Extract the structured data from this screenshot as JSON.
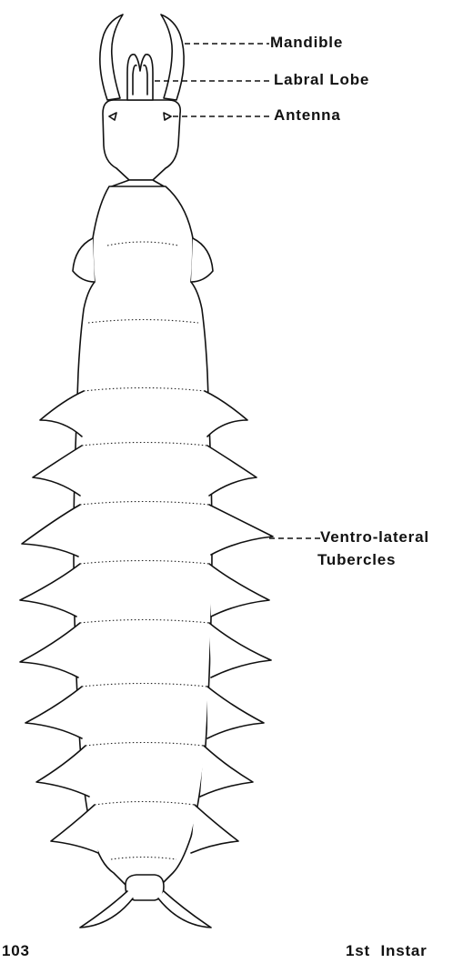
{
  "labels": {
    "mandible": "Mandible",
    "labral_lobe": "Labral Lobe",
    "antenna": "Antenna",
    "ventro_lateral_1": "Ventro-lateral",
    "ventro_lateral_2": "Tubercles"
  },
  "figure_number": "103",
  "caption": "1st Instar"
}
